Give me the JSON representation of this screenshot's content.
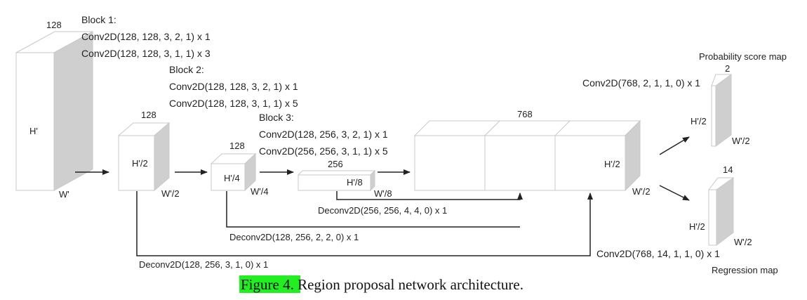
{
  "blocks": {
    "block1": {
      "title": "Block 1:",
      "line1": "Conv2D(128, 128, 3, 2, 1) x 1",
      "line2": "Conv2D(128, 128, 3, 1, 1) x 3"
    },
    "block2": {
      "title": "Block 2:",
      "line1": "Conv2D(128, 128, 3, 2, 1) x 1",
      "line2": "Conv2D(128, 128, 3, 1, 1) x 5"
    },
    "block3": {
      "title": "Block 3:",
      "line1": "Conv2D(128, 256, 3, 2, 1) x 1",
      "line2": "Conv2D(256, 256, 3, 1, 1) x 5"
    }
  },
  "volumes": {
    "input": {
      "channels": "128",
      "height": "H'",
      "width": "W'"
    },
    "half": {
      "channels": "128",
      "height": "H'/2",
      "width": "W'/2"
    },
    "quarter": {
      "channels": "128",
      "height": "H'/4",
      "width": "W'/4"
    },
    "eighth": {
      "channels": "256",
      "height": "H'/8",
      "width": "W'/8"
    },
    "concat": {
      "channels": "768",
      "height": "H'/2",
      "width": "W'/2"
    },
    "prob": {
      "channels": "2",
      "height": "H'/2",
      "width": "W'/2"
    },
    "regr": {
      "channels": "14",
      "height": "H'/2",
      "width": "W'/2"
    }
  },
  "ops": {
    "deconv_eighth": "Deconv2D(256, 256, 4, 4, 0) x 1",
    "deconv_quarter": "Deconv2D(128, 256, 2, 2, 0) x 1",
    "deconv_half": "Deconv2D(128, 256, 3, 1, 0) x 1",
    "conv_prob": "Conv2D(768, 2, 1, 1, 0) x 1",
    "conv_regr": "Conv2D(768, 14, 1, 1, 0) x 1"
  },
  "outputs": {
    "prob_title": "Probability score map",
    "regr_title": "Regression map"
  },
  "caption": {
    "figure_ref": "Figure 4",
    "text": ". Region proposal network architecture."
  },
  "colors": {
    "line": "#222222",
    "box_stroke": "#c8c8c8",
    "side_face": "#cfcfcf",
    "top_face": "#ffffff",
    "highlight": "#22ee22"
  }
}
